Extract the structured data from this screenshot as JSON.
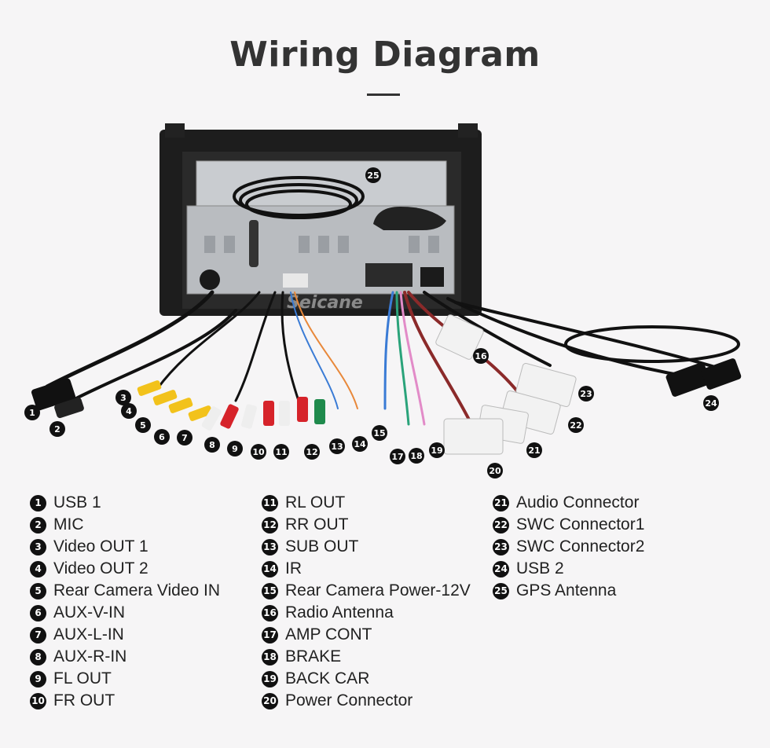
{
  "title": "Wiring Diagram",
  "watermark": "Seicane",
  "callouts": [
    "1",
    "2",
    "3",
    "4",
    "5",
    "6",
    "7",
    "8",
    "9",
    "10",
    "11",
    "12",
    "13",
    "14",
    "15",
    "16",
    "17",
    "18",
    "19",
    "20",
    "21",
    "22",
    "23",
    "24",
    "25"
  ],
  "legend": {
    "col1": [
      {
        "num": "1",
        "label": "USB 1"
      },
      {
        "num": "2",
        "label": "MIC"
      },
      {
        "num": "3",
        "label": "Video OUT 1"
      },
      {
        "num": "4",
        "label": "Video OUT 2"
      },
      {
        "num": "5",
        "label": "Rear Camera Video IN"
      },
      {
        "num": "6",
        "label": "AUX-V-IN"
      },
      {
        "num": "7",
        "label": "AUX-L-IN"
      },
      {
        "num": "8",
        "label": "AUX-R-IN"
      },
      {
        "num": "9",
        "label": "FL OUT"
      },
      {
        "num": "10",
        "label": "FR OUT"
      }
    ],
    "col2": [
      {
        "num": "11",
        "label": "RL OUT"
      },
      {
        "num": "12",
        "label": "RR OUT"
      },
      {
        "num": "13",
        "label": "SUB OUT"
      },
      {
        "num": "14",
        "label": "IR"
      },
      {
        "num": "15",
        "label": "Rear Camera Power-12V"
      },
      {
        "num": "16",
        "label": "Radio Antenna"
      },
      {
        "num": "17",
        "label": "AMP CONT"
      },
      {
        "num": "18",
        "label": "BRAKE"
      },
      {
        "num": "19",
        "label": "BACK CAR"
      },
      {
        "num": "20",
        "label": "Power Connector"
      }
    ],
    "col3": [
      {
        "num": "21",
        "label": "Audio Connector"
      },
      {
        "num": "22",
        "label": "SWC Connector1"
      },
      {
        "num": "23",
        "label": "SWC Connector2"
      },
      {
        "num": "24",
        "label": "USB 2"
      },
      {
        "num": "25",
        "label": "GPS Antenna"
      }
    ]
  }
}
